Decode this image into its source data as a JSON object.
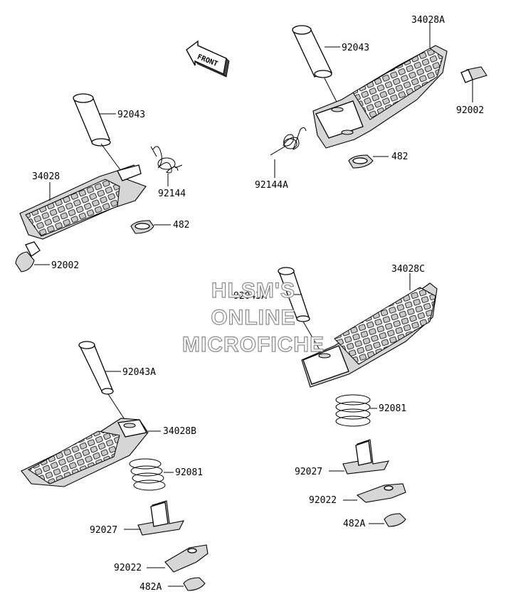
{
  "watermark": {
    "line1": "HLSM'S",
    "line2": "ONLINE",
    "line3": "MICROFICHE"
  },
  "front_arrow": "FRONT",
  "labels": {
    "tl_pin": "92043",
    "tl_spring": "92144",
    "tl_peg": "34028",
    "tl_rubber": "482",
    "tl_bolt": "92002",
    "tr_peg": "34028A",
    "tr_pin": "92043",
    "tr_bolt": "92002",
    "tr_spring": "92144A",
    "tr_rubber": "482",
    "bl_pin": "92043A",
    "bl_peg": "34028B",
    "bl_spring": "92081",
    "bl_bracket": "92027",
    "bl_plate": "92022",
    "bl_rubber": "482A",
    "br_pin": "92043A",
    "br_peg": "34028C",
    "br_spring": "92081",
    "br_bracket": "92027",
    "br_plate": "92022",
    "br_rubber": "482A"
  }
}
